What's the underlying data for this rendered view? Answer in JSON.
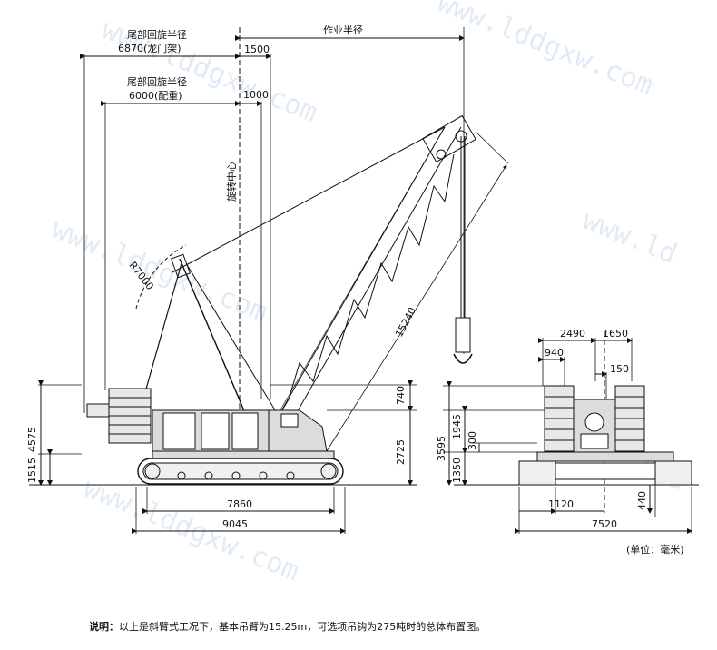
{
  "watermarks": [
    "www.lddgxw.com",
    "www.lddgxw.com",
    "www.lddgxw.com",
    "www.lddgxw.com",
    "www.ld"
  ],
  "labels": {
    "tail_radius_gantry": "尾部回旋半径",
    "tail_radius_gantry_value": "6870(龙门架)",
    "tail_radius_counterweight": "尾部回旋半径",
    "tail_radius_counterweight_value": "6000(配重)",
    "working_radius": "作业半径",
    "rotation_center": "旋转中心",
    "r7000": "R7000",
    "boom_length": "15240"
  },
  "side_dims": {
    "d1500": "1500",
    "d1000": "1000",
    "d740": "740",
    "d2725": "2725",
    "d4575": "4575",
    "d1515": "1515",
    "d7860": "7860",
    "d9045": "9045"
  },
  "rear_dims": {
    "d2490": "2490",
    "d1650": "1650",
    "d940": "940",
    "d150": "150",
    "d1945": "1945",
    "d3595": "3595",
    "d300": "300",
    "d1350": "1350",
    "d1120": "1120",
    "d440": "440",
    "d7520": "7520"
  },
  "unit_note": "(单位：毫米)",
  "note_label": "说明：",
  "note_text": "以上是斜臂式工况下，基本吊臂为15.25m，可选项吊钩为275吨时的总体布置图。",
  "colors": {
    "line": "#111111",
    "watermark": "#c9dcf0",
    "body_gray": "#dcdcdc"
  }
}
